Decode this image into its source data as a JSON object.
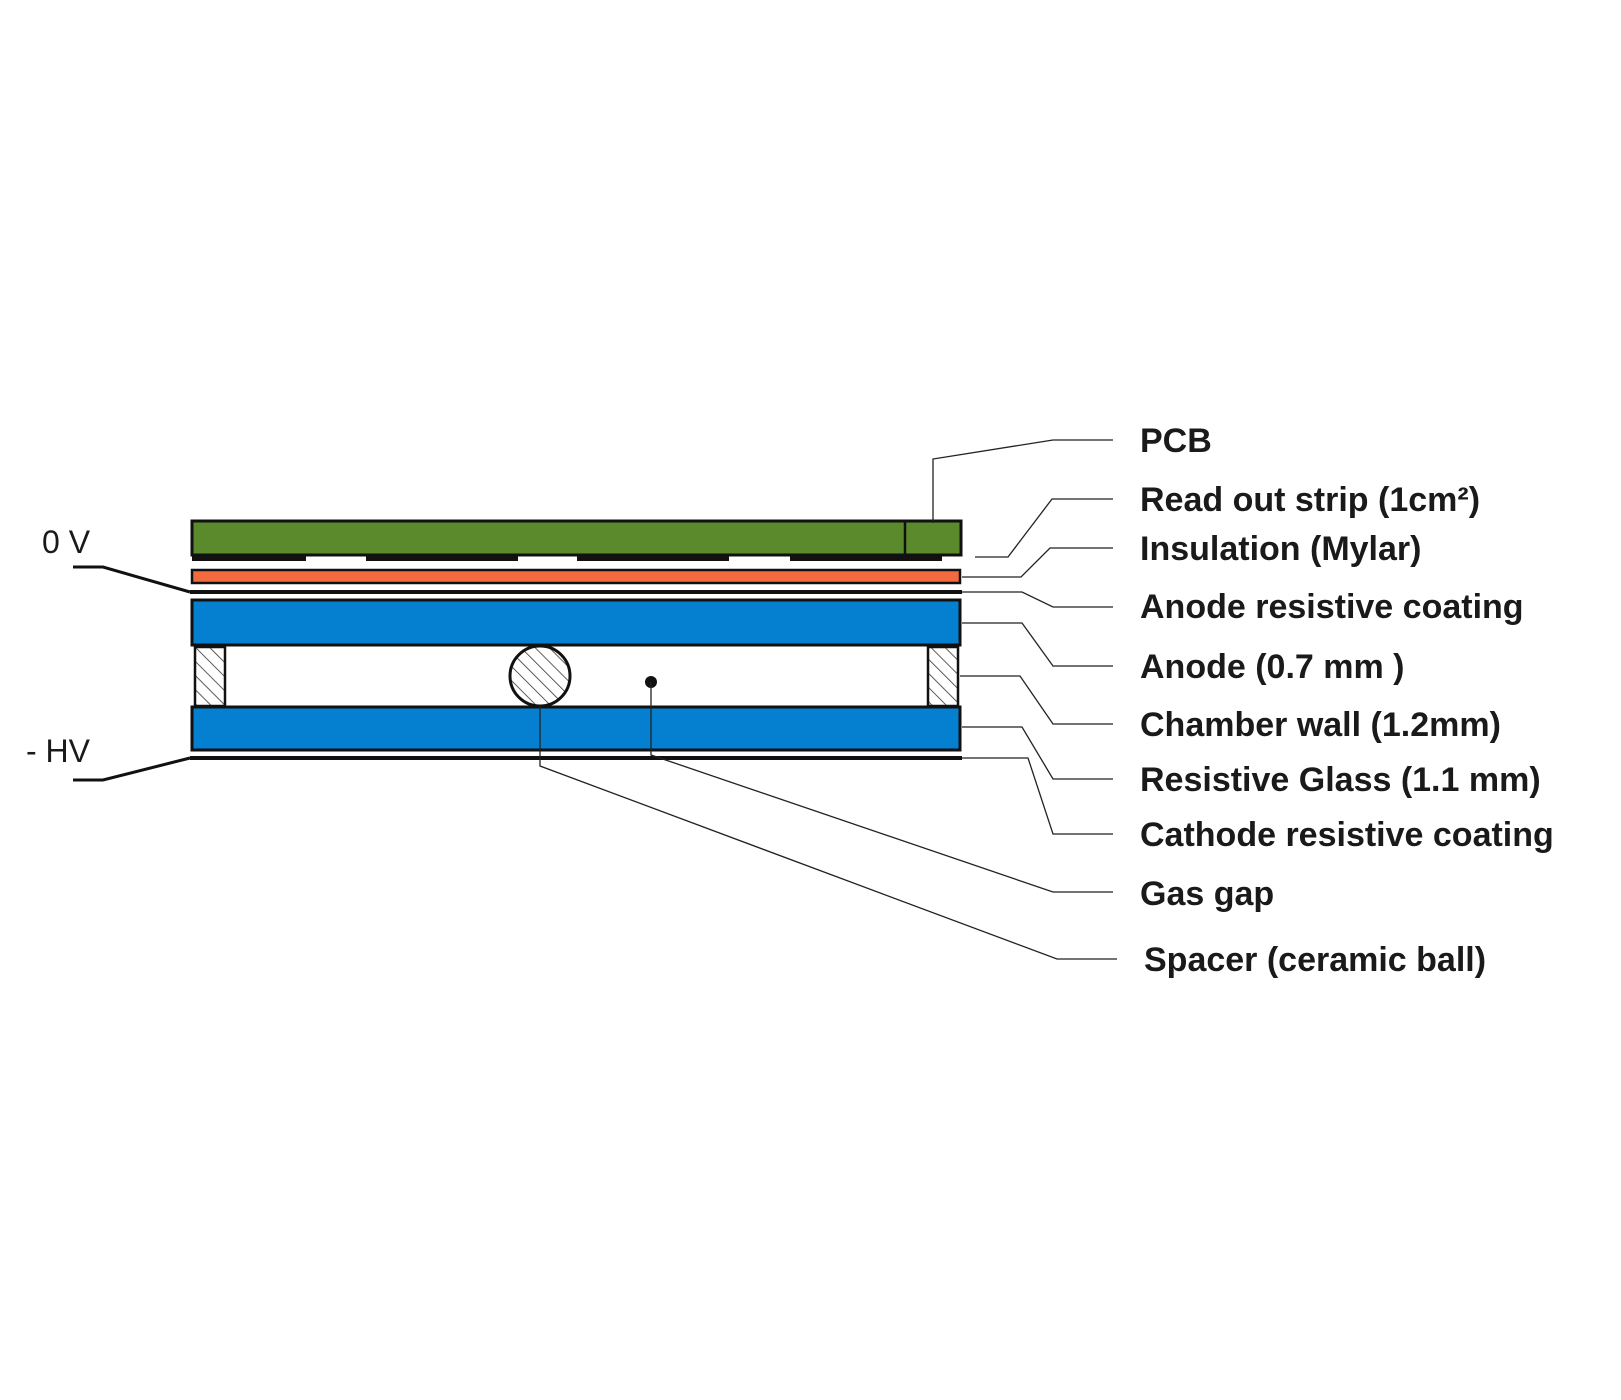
{
  "voltages": {
    "top": "0 V",
    "bottom": "- HV"
  },
  "labels": [
    "PCB",
    "Read out strip (1cm²)",
    "Insulation (Mylar)",
    "Anode resistive coating",
    "Anode (0.7 mm )",
    "Chamber wall (1.2mm)",
    "Resistive Glass (1.1 mm)",
    "Cathode resistive coating",
    "Gas gap",
    "Spacer (ceramic ball)"
  ],
  "colors": {
    "pcb": "#5b8a2c",
    "insulation": "#f26a3d",
    "glass": "#0580d0",
    "outline": "#111111",
    "text": "#1a1a1a"
  }
}
